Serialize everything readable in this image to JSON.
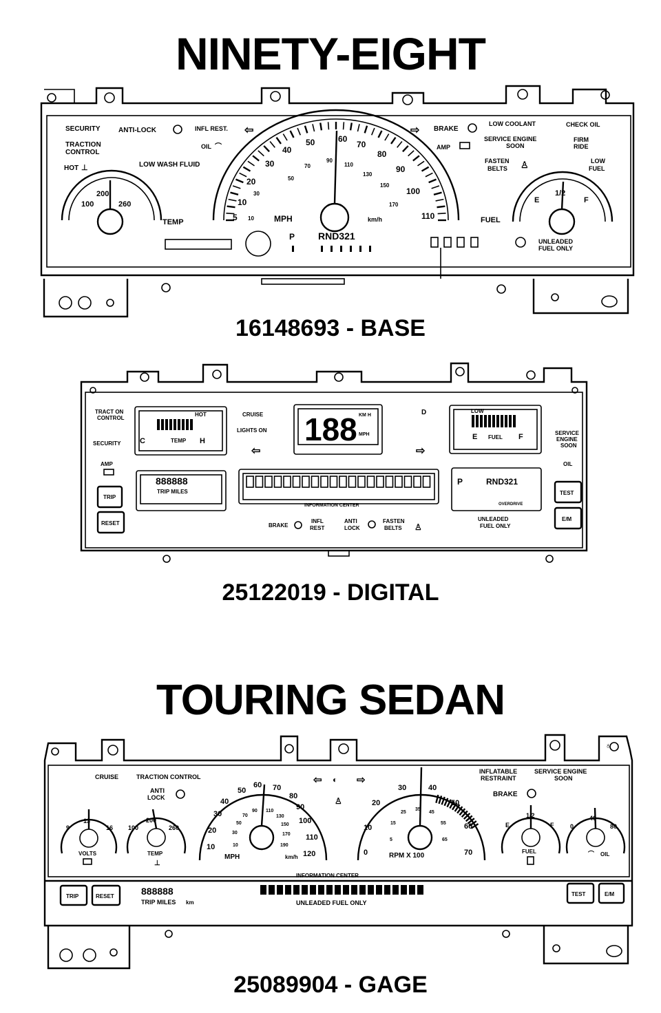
{
  "headings": {
    "ninety_eight": "NINETY-EIGHT",
    "touring_sedan": "TOURING SEDAN"
  },
  "captions": {
    "base": "16148693 - BASE",
    "digital": "25122019 - DIGITAL",
    "gage": "25089904 - GAGE"
  },
  "base_cluster": {
    "security": "SECURITY",
    "traction_control_1": "TRACTION",
    "traction_control_2": "CONTROL",
    "hot": "HOT",
    "anti_lock": "ANTI-LOCK",
    "infl_rest": "INFL REST.",
    "oil": "OIL",
    "low_wash_fluid": "LOW WASH FLUID",
    "brake": "BRAKE",
    "amp": "AMP",
    "low_coolant": "LOW COOLANT",
    "check_oil": "CHECK OIL",
    "service_engine_1": "SERVICE ENGINE",
    "service_engine_2": "SOON",
    "firm_ride_1": "FIRM",
    "firm_ride_2": "RIDE",
    "fasten_belts_1": "FASTEN",
    "fasten_belts_2": "BELTS",
    "low_fuel_1": "LOW",
    "low_fuel_2": "FUEL",
    "temp": "TEMP",
    "fuel": "FUEL",
    "mph": "MPH",
    "kmh": "km/h",
    "unleaded_1": "UNLEADED",
    "unleaded_2": "FUEL ONLY",
    "prndl": "RND321",
    "p": "P",
    "temp_100": "100",
    "temp_200": "200",
    "temp_260": "260",
    "fuel_e": "E",
    "fuel_half": "1/2",
    "fuel_f": "F",
    "mph_ticks": [
      "5",
      "10",
      "20",
      "30",
      "40",
      "50",
      "60",
      "70",
      "80",
      "90",
      "100",
      "110"
    ],
    "kmh_ticks": [
      "10",
      "30",
      "50",
      "70",
      "90",
      "110",
      "130",
      "150",
      "170"
    ]
  },
  "digital_cluster": {
    "traction_on_1": "TRACT ON",
    "traction_on_2": "CONTROL",
    "security": "SECURITY",
    "temp_hot": "HOT",
    "temp_c": "C",
    "temp_label": "TEMP",
    "temp_h": "H",
    "cruise": "CRUISE",
    "lights_on": "LIGHTS ON",
    "speed_digits": "188",
    "km_h": "KM H",
    "mph": "MPH",
    "fuel_low": "LOW",
    "fuel_e": "E",
    "fuel_label": "FUEL",
    "fuel_f": "F",
    "service_1": "SERVICE",
    "service_2": "ENGINE",
    "service_3": "SOON",
    "amp": "AMP",
    "trip_digits": "888888",
    "trip_miles": "TRIP MILES",
    "info_center": "INFORMATION CENTER",
    "prndl": "RND321",
    "p": "P",
    "overdrive": "OVERDRIVE",
    "oil": "OIL",
    "trip_button": "TRIP",
    "reset_button": "RESET",
    "test_button": "TEST",
    "em_button": "E/M",
    "brake": "BRAKE",
    "infl_rest_1": "INFL",
    "infl_rest_2": "REST",
    "anti_lock_1": "ANTI",
    "anti_lock_2": "LOCK",
    "fasten_1": "FASTEN",
    "fasten_2": "BELTS",
    "unleaded_1": "UNLEADED",
    "unleaded_2": "FUEL ONLY"
  },
  "gage_cluster": {
    "cruise": "CRUISE",
    "traction_control": "TRACTION CONTROL",
    "anti_lock_1": "ANTI",
    "anti_lock_2": "LOCK",
    "inflatable_1": "INFLATABLE",
    "inflatable_2": "RESTRAINT",
    "service_1": "SERVICE ENGINE",
    "service_2": "SOON",
    "brake": "BRAKE",
    "volts": "VOLTS",
    "volts_ticks": [
      "9",
      "13",
      "16"
    ],
    "temp": "TEMP",
    "temp_ticks": [
      "100",
      "200",
      "260"
    ],
    "mph": "MPH",
    "kmh": "km/h",
    "mph_ticks": [
      "10",
      "20",
      "30",
      "40",
      "50",
      "60",
      "70",
      "80",
      "90",
      "100",
      "110",
      "120"
    ],
    "kmh_ticks": [
      "10",
      "30",
      "50",
      "70",
      "90",
      "110",
      "130",
      "150",
      "170",
      "190"
    ],
    "rpm": "RPM X 100",
    "rpm_ticks": [
      "0",
      "10",
      "20",
      "30",
      "40",
      "50",
      "60",
      "70"
    ],
    "rpm_inner_ticks": [
      "5",
      "15",
      "25",
      "35",
      "45",
      "55",
      "65"
    ],
    "fuel": "FUEL",
    "fuel_e": "E",
    "fuel_half": "1/2",
    "fuel_f": "F",
    "oil": "OIL",
    "oil_ticks": [
      "0",
      "40",
      "80"
    ],
    "info_center": "INFORMATION CENTER",
    "trip_button": "TRIP",
    "reset_button": "RESET",
    "trip_digits": "888888",
    "trip_miles": "TRIP MILES",
    "km": "km",
    "unleaded": "UNLEADED FUEL ONLY",
    "test_button": "TEST",
    "em_button": "E/M"
  }
}
